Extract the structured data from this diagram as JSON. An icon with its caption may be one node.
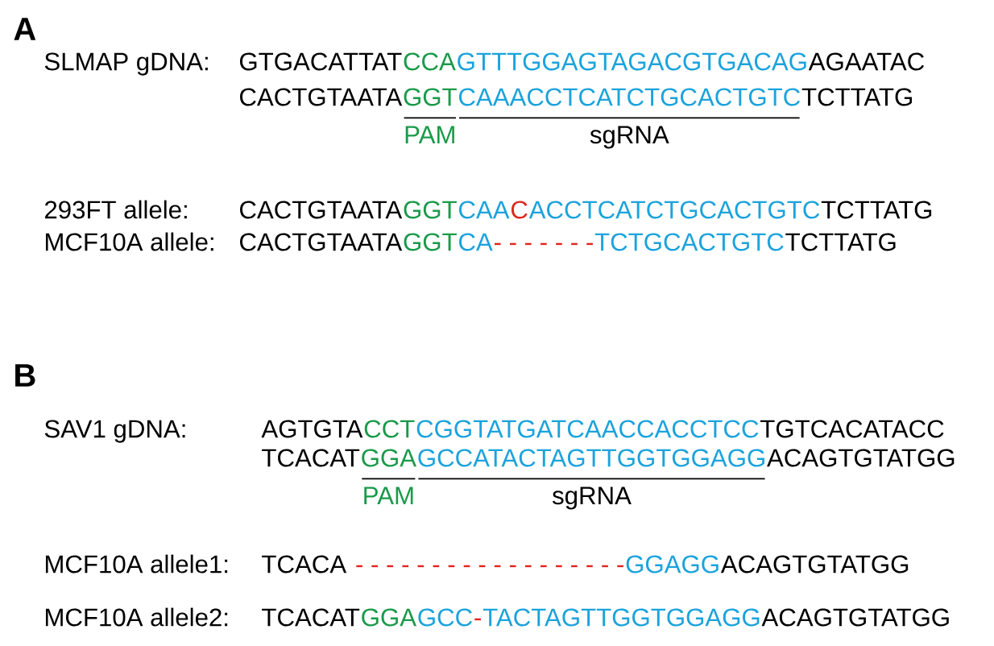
{
  "diagram": {
    "labels": [
      "A",
      "SLMAP gDNA:",
      "GTGACATTAT",
      "CCA",
      "GTTTGGAGTAGACGTGACAG",
      "AGAATAC",
      "CACTGTAATA",
      "GGT",
      "CAAACCTCATCTGCACTGTC",
      "TCTTATG",
      "PAM",
      "sgRNA",
      "293FT allele:",
      "CACTGTAATA",
      "GGT",
      "CAA",
      "C",
      "ACCTCATCTGCACTGTC",
      "TCTTATG",
      "MCF10A allele:",
      "CACTGTAATA",
      "GGT",
      "CA",
      "- - - - - - -",
      "TCTGCACTGTC",
      "TCTTATG",
      "B",
      "SAV1 gDNA:",
      "AGTGTA",
      "CCT",
      "CGGTATGATCAACCACCTCC",
      "TGTCACATACC",
      "TCACAT",
      "GGA",
      "GCCATACTAGTTGGTGGAGG",
      "ACAGTGTATGG",
      "PAM",
      "sgRNA",
      "MCF10A allele1:",
      "TCACA",
      "- - - - - - - - - - - - - - - - - -",
      "GGAGG",
      "ACAGTGTATGG",
      "MCF10A allele2:",
      "TCACAT",
      "GGA",
      "GCC",
      "-",
      "TACTAGTTGGTGGAGG",
      "ACAGTGTATGG"
    ]
  }
}
